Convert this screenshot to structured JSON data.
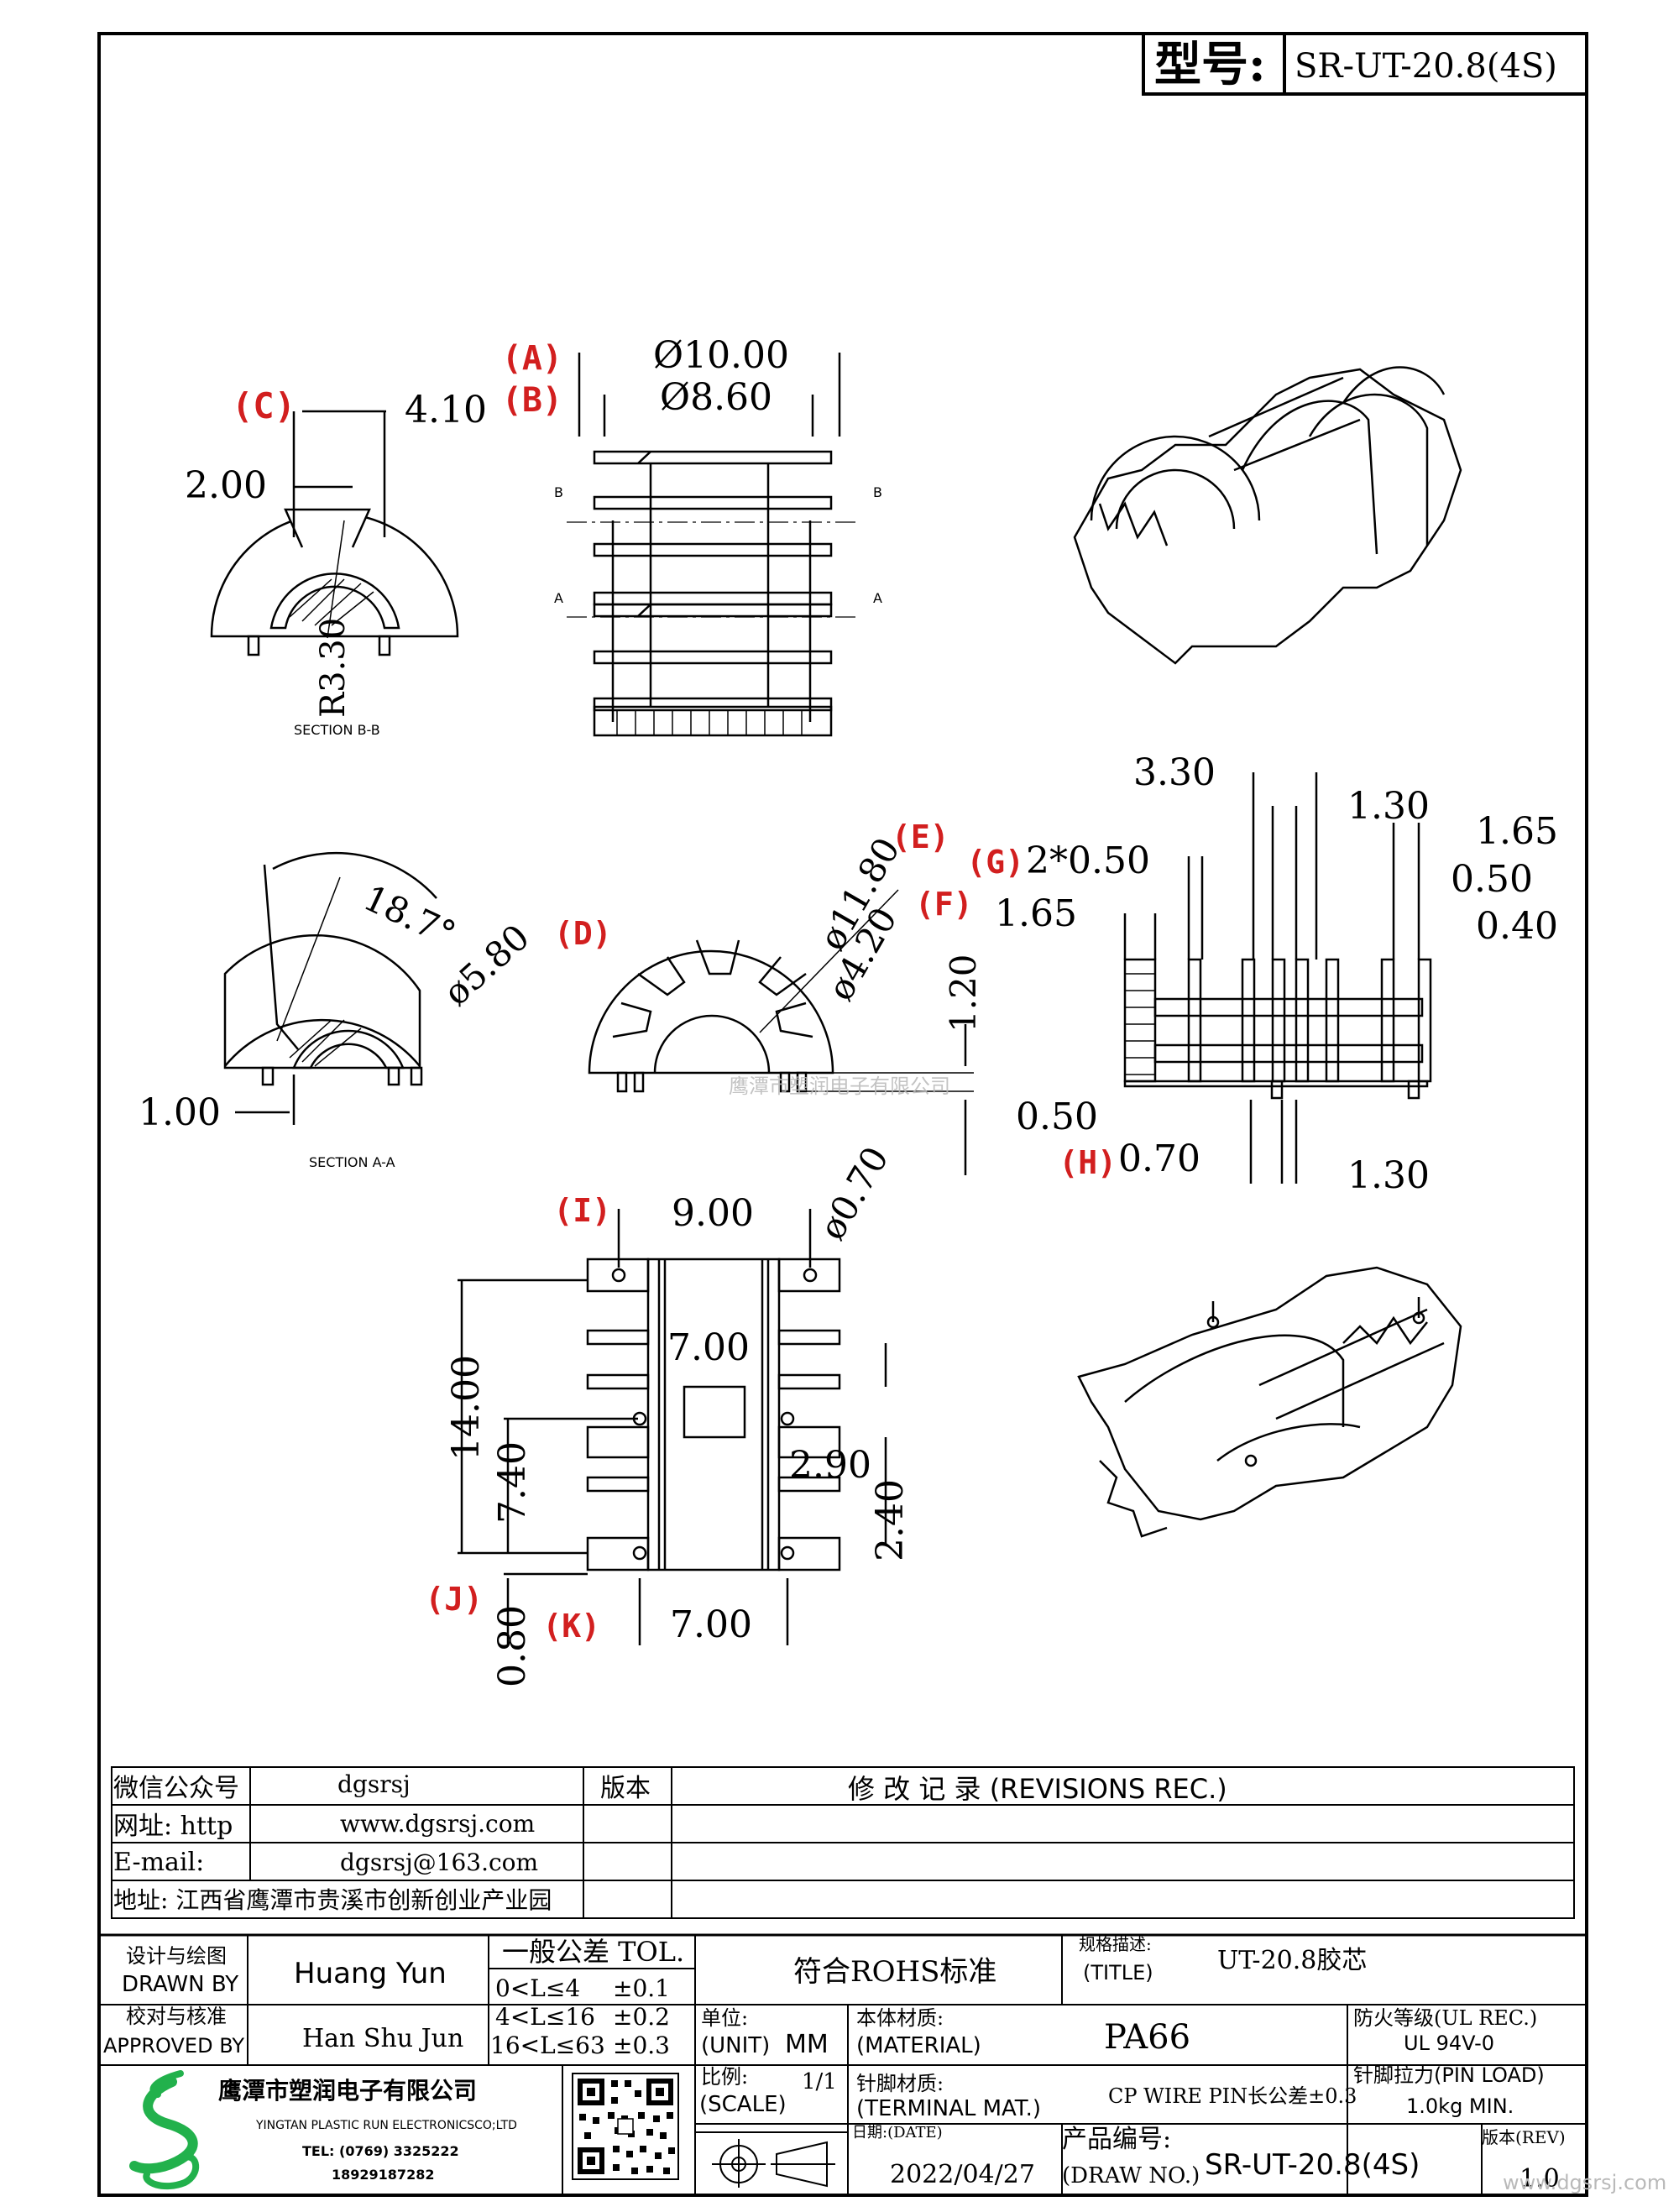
{
  "header": {
    "model_label": "型号:",
    "model_value": "SR-UT-20.8(4S)"
  },
  "views": {
    "section_bb_label": "SECTION B-B",
    "section_aa_label": "SECTION A-A",
    "cut_mark_b": "B",
    "cut_mark_a": "A",
    "watermark": "鹰潭市塑润电子有限公司"
  },
  "dimensions": {
    "c_label": "(C)",
    "c_value": "4.10",
    "bb_width": "2.00",
    "bb_radius": "R3.30",
    "a_label": "(A)",
    "a_value": "Ø10.00",
    "b_label": "(B)",
    "b_value": "Ø8.60",
    "angle": "18.7°",
    "d_value": "ø5.80",
    "d_label": "(D)",
    "aa_wall": "1.00",
    "e_value": "ø11.80",
    "e_label": "(E)",
    "f_value": "ø4.20",
    "f_label": "(F)",
    "f_height": "1.20",
    "s_330": "3.30",
    "s_130a": "1.30",
    "s_165a": "1.65",
    "g_label": "(G)",
    "g_value": "2*0.50",
    "s_050a": "0.50",
    "s_165b": "1.65",
    "s_040": "0.40",
    "s_050b": "0.50",
    "h_label": "(H)",
    "h_value": "0.70",
    "s_130b": "1.30",
    "i_label": "(I)",
    "i_value": "9.00",
    "pin_dia": "ø0.70",
    "b_700a": "7.00",
    "b_1400": "14.00",
    "b_740": "7.40",
    "b_290": "2.90",
    "b_240": "2.40",
    "j_label": "(J)",
    "j_value": "0.80",
    "k_label": "(K)",
    "k_value": "7.00"
  },
  "info_block": {
    "wechat_label": "微信公众号",
    "wechat_value": "dgsrsj",
    "web_label": "网址: http",
    "web_value": "www.dgsrsj.com",
    "email_label": "E-mail:",
    "email_value": "dgsrsj@163.com",
    "address": "地址: 江西省鹰潭市贵溪市创新创业产业园",
    "version_label": "版本",
    "revisions_title": "修 改 记 录  (REVISIONS REC.)"
  },
  "title_block": {
    "drawn_cn": "设计与绘图",
    "drawn_en": "DRAWN BY",
    "drawn_name": "Huang Yun",
    "approved_cn": "校对与核准",
    "approved_en": "APPROVED BY",
    "approved_name": "Han Shu Jun",
    "tol_title": "一般公差 TOL.",
    "tol_rows": [
      {
        "range": "0<L≤4",
        "tol": "±0.1"
      },
      {
        "range": "4<L≤16",
        "tol": "±0.2"
      },
      {
        "range": "16<L≤63",
        "tol": "±0.3"
      }
    ],
    "rohs": "符合ROHS标准",
    "spec_cn": "规格描述:",
    "spec_en": "(TITLE)",
    "spec_value": "UT-20.8胶芯",
    "unit_cn": "单位:",
    "unit_en": "(UNIT)",
    "unit_value": "MM",
    "material_cn": "本体材质:",
    "material_en": "(MATERIAL)",
    "material_value": "PA66",
    "fire_cn": "防火等级(UL REC.)",
    "fire_value": "UL 94V-0",
    "scale_cn": "比例:",
    "scale_en": "(SCALE)",
    "scale_value": "1/1",
    "terminal_cn": "针脚材质:",
    "terminal_en": "(TERMINAL MAT.)",
    "terminal_value": "CP WIRE  PIN长公差±0.3",
    "pinload_cn": "针脚拉力(PIN LOAD)",
    "pinload_value": "1.0kg MIN.",
    "date_cn": "日期:(DATE)",
    "date_value": "2022/04/27",
    "drawno_cn": "产品编号:",
    "drawno_en": "(DRAW NO.)",
    "drawno_value": "SR-UT-20.8(4S)",
    "rev_cn": "版本(REV)",
    "rev_value": "1.0",
    "company_cn": "鹰潭市塑润电子有限公司",
    "company_en": "YINGTAN PLASTIC RUN ELECTRONICSCO;LTD",
    "tel": "TEL: (0769) 3325222",
    "mobile": "18929187282",
    "footer_url": "www.dgsrsj.com"
  }
}
